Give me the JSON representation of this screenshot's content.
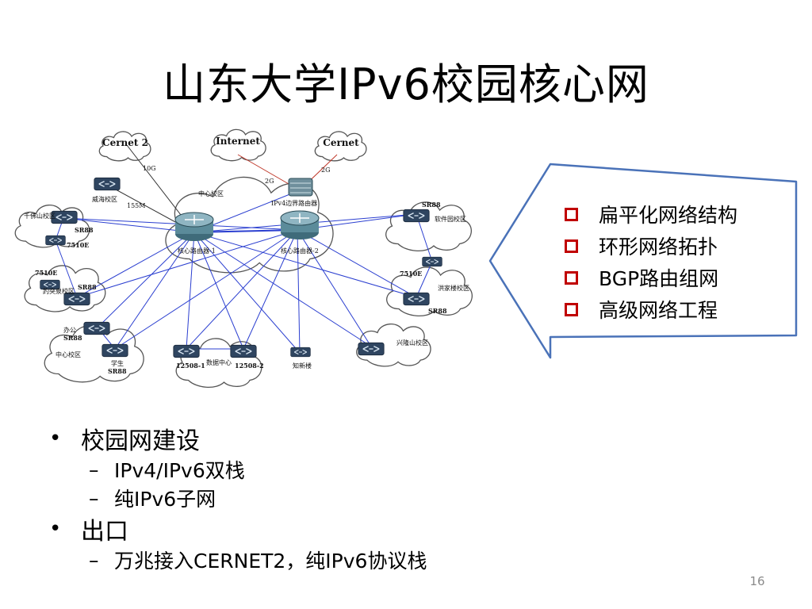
{
  "slide": {
    "title": "山东大学IPv6校园核心网",
    "page_number": "16"
  },
  "diagram": {
    "external_clouds": [
      "Cernet 2",
      "Internet",
      "Cernet"
    ],
    "links": {
      "cernet2_speed": "10G",
      "internet_speed": "2G",
      "cernet_speed": "2G",
      "weihai_speed": "155M"
    },
    "center": {
      "label": "中心校区",
      "router1": "核心路由器-1",
      "router2": "核心路由器-2",
      "border_router": "IPv4边界路由器"
    },
    "weihai": "威海校区",
    "qianfoshan": {
      "name": "千佛山校区",
      "sr": "SR88",
      "switch": "7510E"
    },
    "baotuquan": {
      "switch": "7510E",
      "name": "趵突泉校区",
      "sr": "SR88"
    },
    "zhongxin_sub": {
      "office": "办公",
      "sr1": "SR88",
      "name": "中心校区",
      "student": "学生",
      "sr2": "SR88"
    },
    "datacenter": {
      "sw1": "12508-1",
      "name": "数据中心",
      "sw2": "12508-2"
    },
    "zhixin": "知新楼",
    "xinglongshan": "兴隆山校区",
    "ruanjianyuan": {
      "sr": "SR88",
      "name": "软件园校区"
    },
    "hongjialou": {
      "switch": "7510E",
      "name": "洪家楼校区",
      "sr": "SR88"
    }
  },
  "callout": {
    "items": [
      "扁平化网络结构",
      "环形网络拓扑",
      "BGP路由组网",
      "高级网络工程"
    ]
  },
  "bullets": [
    {
      "text": "校园网建设",
      "sub": [
        "IPv4/IPv6双栈",
        "纯IPv6子网"
      ]
    },
    {
      "text": "出口",
      "sub": [
        "万兆接入CERNET2，纯IPv6协议栈"
      ]
    }
  ],
  "colors": {
    "accent": "#c00000",
    "callout_border": "#4a72b8",
    "link_blue": "#2b3fd0",
    "link_red": "#c0392b"
  }
}
